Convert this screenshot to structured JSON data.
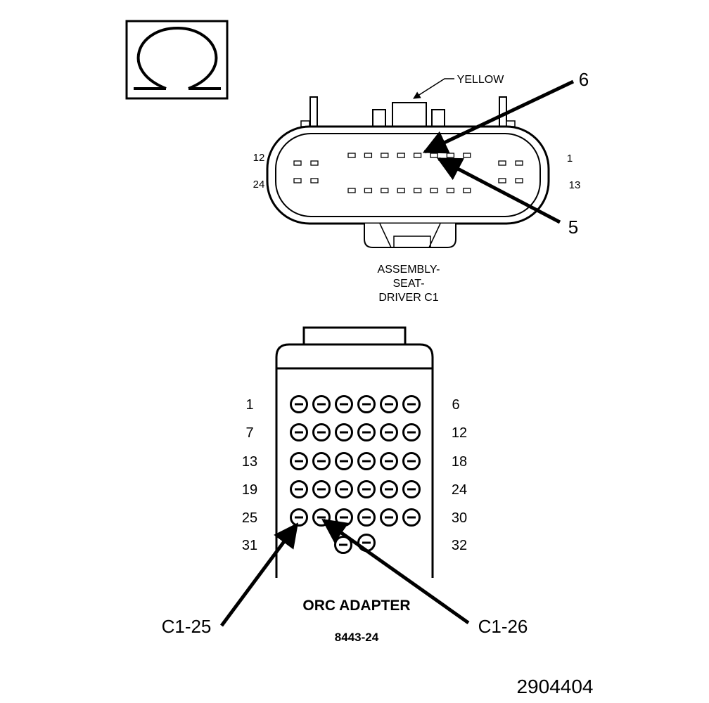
{
  "symbol": {
    "name": "ohm-icon"
  },
  "top_connector": {
    "color_label": "YELLOW",
    "pin_labels": {
      "top_left": "12",
      "bottom_left": "24",
      "top_right": "1",
      "bottom_right": "13"
    },
    "callouts": {
      "upper": "6",
      "lower": "5"
    },
    "name_lines": [
      "ASSEMBLY-",
      "SEAT-",
      "DRIVER C1"
    ]
  },
  "adapter": {
    "row_labels_left": [
      "1",
      "7",
      "13",
      "19",
      "25",
      "31"
    ],
    "row_labels_right": [
      "6",
      "12",
      "18",
      "24",
      "30",
      "32"
    ],
    "title": "ORC ADAPTER",
    "part_number": "8443-24",
    "callouts": {
      "left": "C1-25",
      "right": "C1-26"
    }
  },
  "figure_id": "2904404"
}
